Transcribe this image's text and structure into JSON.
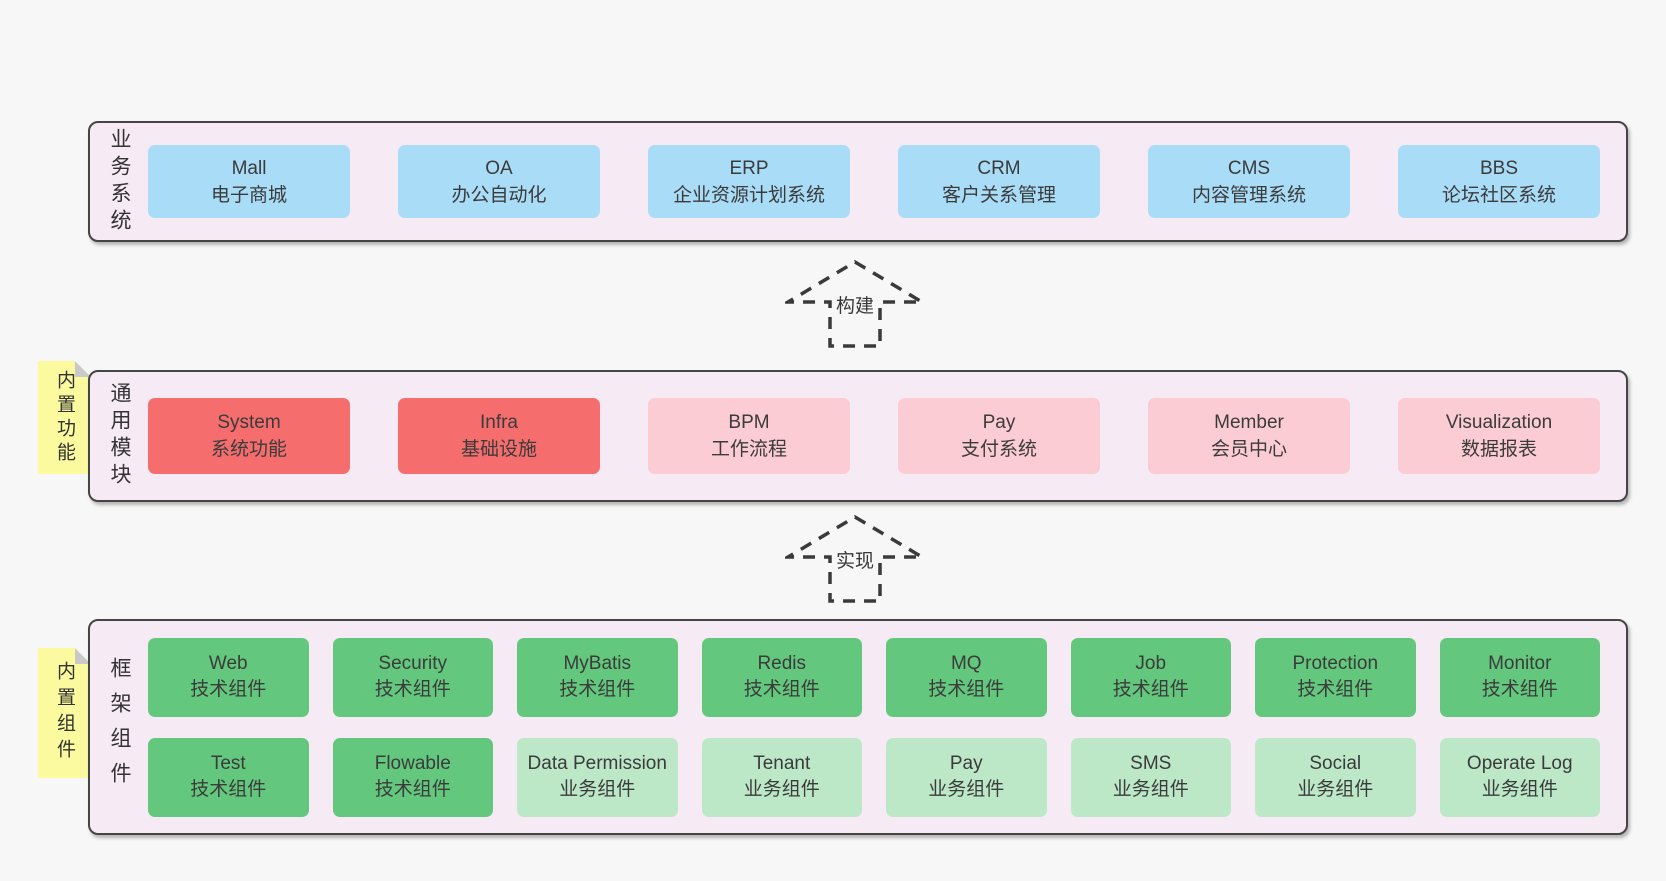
{
  "diagram": {
    "layers": [
      {
        "id": "business-systems",
        "label": "业务系统",
        "boxes": [
          {
            "title": "Mall",
            "subtitle": "电子商城",
            "variant": "blue"
          },
          {
            "title": "OA",
            "subtitle": "办公自动化",
            "variant": "blue"
          },
          {
            "title": "ERP",
            "subtitle": "企业资源计划系统",
            "variant": "blue"
          },
          {
            "title": "CRM",
            "subtitle": "客户关系管理",
            "variant": "blue"
          },
          {
            "title": "CMS",
            "subtitle": "内容管理系统",
            "variant": "blue"
          },
          {
            "title": "BBS",
            "subtitle": "论坛社区系统",
            "variant": "blue"
          }
        ]
      },
      {
        "id": "common-modules",
        "label": "通用模块",
        "note": "内置功能",
        "boxes": [
          {
            "title": "System",
            "subtitle": "系统功能",
            "variant": "red"
          },
          {
            "title": "Infra",
            "subtitle": "基础设施",
            "variant": "red"
          },
          {
            "title": "BPM",
            "subtitle": "工作流程",
            "variant": "pink"
          },
          {
            "title": "Pay",
            "subtitle": "支付系统",
            "variant": "pink"
          },
          {
            "title": "Member",
            "subtitle": "会员中心",
            "variant": "pink"
          },
          {
            "title": "Visualization",
            "subtitle": "数据报表",
            "variant": "pink"
          }
        ]
      },
      {
        "id": "framework-components",
        "label": "框架组件",
        "note": "内置组件",
        "rows": [
          [
            {
              "title": "Web",
              "subtitle": "技术组件",
              "variant": "green"
            },
            {
              "title": "Security",
              "subtitle": "技术组件",
              "variant": "green"
            },
            {
              "title": "MyBatis",
              "subtitle": "技术组件",
              "variant": "green"
            },
            {
              "title": "Redis",
              "subtitle": "技术组件",
              "variant": "green"
            },
            {
              "title": "MQ",
              "subtitle": "技术组件",
              "variant": "green"
            },
            {
              "title": "Job",
              "subtitle": "技术组件",
              "variant": "green"
            },
            {
              "title": "Protection",
              "subtitle": "技术组件",
              "variant": "green"
            },
            {
              "title": "Monitor",
              "subtitle": "技术组件",
              "variant": "green"
            }
          ],
          [
            {
              "title": "Test",
              "subtitle": "技术组件",
              "variant": "green"
            },
            {
              "title": "Flowable",
              "subtitle": "技术组件",
              "variant": "green"
            },
            {
              "title": "Data Permission",
              "subtitle": "业务组件",
              "variant": "lightgreen"
            },
            {
              "title": "Tenant",
              "subtitle": "业务组件",
              "variant": "lightgreen"
            },
            {
              "title": "Pay",
              "subtitle": "业务组件",
              "variant": "lightgreen"
            },
            {
              "title": "SMS",
              "subtitle": "业务组件",
              "variant": "lightgreen"
            },
            {
              "title": "Social",
              "subtitle": "业务组件",
              "variant": "lightgreen"
            },
            {
              "title": "Operate Log",
              "subtitle": "业务组件",
              "variant": "lightgreen"
            }
          ]
        ]
      }
    ],
    "arrows": [
      {
        "label": "构建"
      },
      {
        "label": "实现"
      }
    ],
    "colors": {
      "background": "#f7f7f7",
      "container_fill": "#f6eaf4",
      "container_border": "#454545",
      "box_blue": "#a9dcf7",
      "box_red": "#f56d6d",
      "box_pink": "#fbccd4",
      "box_green": "#63c87d",
      "box_light_green": "#bce8c8",
      "note_yellow": "#fbfa9e",
      "note_fold_gray": "#c9c9c9",
      "text": "#3b3b3b"
    }
  }
}
